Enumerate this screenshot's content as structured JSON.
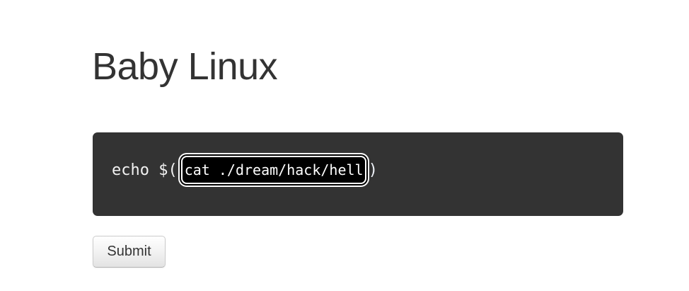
{
  "page": {
    "title": "Baby Linux",
    "background_color": "#ffffff",
    "title_color": "#333333"
  },
  "command": {
    "prefix": "echo $(",
    "input_value": "cat ./dream/hack/hell",
    "suffix": ")",
    "block_background": "#333333",
    "prefix_color": "#f2f2f2",
    "input_background": "#000000",
    "input_text_color": "#ffffff",
    "input_border_color": "#ffffff"
  },
  "form": {
    "submit_label": "Submit",
    "button_text_color": "#333333",
    "button_border_color": "#cccccc"
  }
}
